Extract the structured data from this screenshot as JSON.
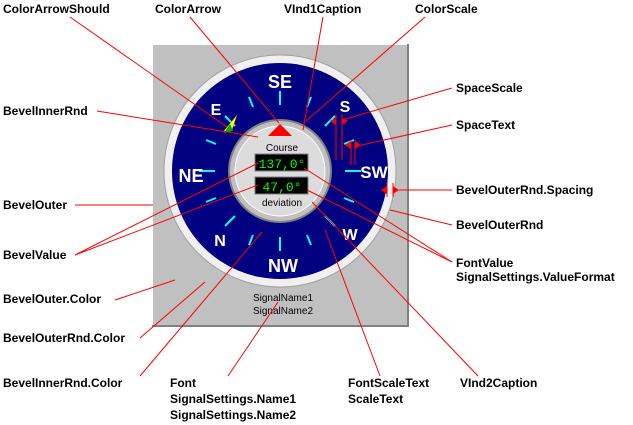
{
  "labels": {
    "color_arrow_should": "ColorArrowShould",
    "color_arrow": "ColorArrow",
    "vind1_caption": "VInd1Caption",
    "color_scale": "ColorScale",
    "bevel_inner_rnd": "BevelInnerRnd",
    "space_scale": "SpaceScale",
    "space_text": "SpaceText",
    "bevel_outer": "BevelOuter",
    "bevel_outer_rnd_spacing": "BevelOuterRnd.Spacing",
    "bevel_outer_rnd": "BevelOuterRnd",
    "bevel_value": "BevelValue",
    "font_value": "FontValue",
    "signal_settings_value_format": "SignalSettings.ValueFormat",
    "bevel_outer_color": "BevelOuter.Color",
    "bevel_outer_rnd_color": "BevelOuterRnd.Color",
    "bevel_inner_rnd_color": "BevelInnerRnd.Color",
    "font": "Font",
    "signal_settings_name1": "SignalSettings.Name1",
    "signal_settings_name2": "SignalSettings.Name2",
    "font_scale_text": "FontScaleText",
    "scale_text": "ScaleText",
    "vind2_caption": "VInd2Caption"
  },
  "gauge": {
    "scale_letters": {
      "se": "SE",
      "s": "S",
      "sw": "SW",
      "w": "W",
      "nw": "NW",
      "n": "N",
      "ne": "NE",
      "e": "E"
    },
    "caption1": "Course",
    "caption2": "deviation",
    "value1": "137,0°",
    "value2": "47,0°",
    "signal_name1": "SignalName1",
    "signal_name2": "SignalName2"
  },
  "colors": {
    "panel": "#c0c0c0",
    "dial": "#000080",
    "tick": "#00ffff",
    "arrow": "#ff0000",
    "arrow_should": "#ffff00",
    "value_bg": "#000000",
    "value_text": "#00ff00",
    "leader": "#ff0000"
  }
}
